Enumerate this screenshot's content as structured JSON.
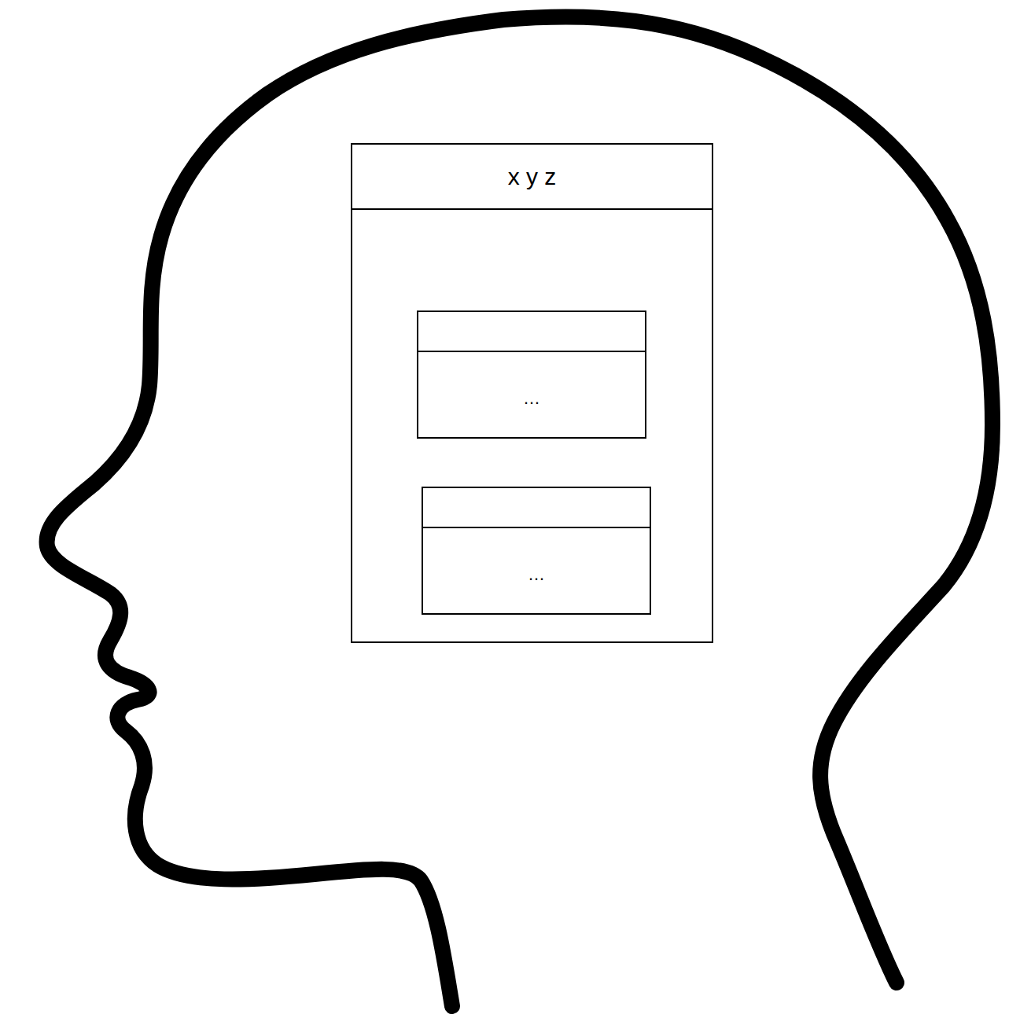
{
  "diagram": {
    "nodes": [
      {
        "text": [
          "x y z"
        ]
      },
      {
        "text": [
          "…"
        ],
        "in": 0
      },
      {
        "text": [
          "…"
        ],
        "in": 0
      }
    ]
  }
}
